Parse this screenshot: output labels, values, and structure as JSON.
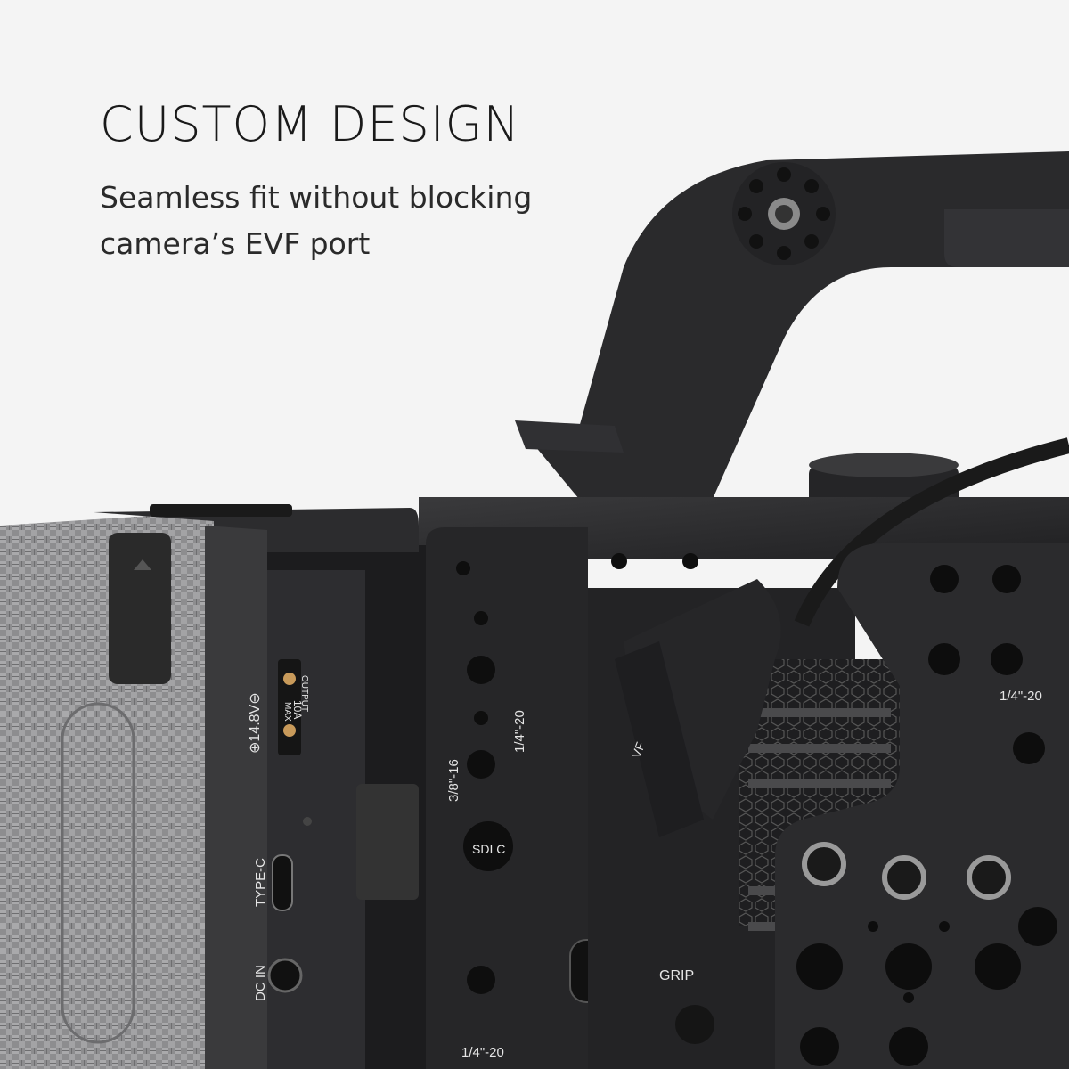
{
  "headline": "CUSTOM DESIGN",
  "subtitle_lines": [
    "Seamless fit without blocking",
    "camera’s EVF port"
  ],
  "engravings": {
    "voltage": "⊕14.8V⊖",
    "output": "OUTPUT",
    "output_amp": "10A",
    "output_max": "MAX",
    "type_c": "TYPE-C",
    "dc_in": "DC IN",
    "thread_quarter_a": "1/4\"-20",
    "thread_three_eighths": "3/8\"-16",
    "thread_quarter_b": "1/4\"-20",
    "thread_quarter_c": "1/4\"-20",
    "sdi": "SDI C",
    "vf": "VF",
    "grip": "GRIP"
  },
  "colors": {
    "background": "#f4f4f4",
    "cage_metal": "#2b2b2d",
    "carbon_fiber": "#8a8a8c"
  }
}
